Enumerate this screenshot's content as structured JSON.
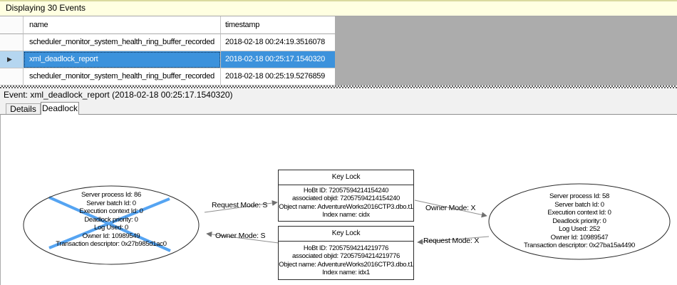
{
  "banner": {
    "text": "Displaying 30 Events"
  },
  "grid": {
    "columns": {
      "name": "name",
      "timestamp": "timestamp"
    },
    "rows": [
      {
        "name": "scheduler_monitor_system_health_ring_buffer_recorded",
        "timestamp": "2018-02-18 00:24:19.3516078",
        "selected": false
      },
      {
        "name": "xml_deadlock_report",
        "timestamp": "2018-02-18 00:25:17.1540320",
        "selected": true
      },
      {
        "name": "scheduler_monitor_system_health_ring_buffer_recorded",
        "timestamp": "2018-02-18 00:25:19.5276859",
        "selected": false
      }
    ],
    "selected_row_index": 1,
    "selection_marker": "▶"
  },
  "event_bar": {
    "text": "Event: xml_deadlock_report (2018-02-18 00:25:17.1540320)"
  },
  "tabs": {
    "details": "Details",
    "deadlock": "Deadlock",
    "active": "Deadlock"
  },
  "deadlock_graph": {
    "left_process": {
      "victim": true,
      "lines": [
        "Server process Id: 86",
        "Server batch Id: 0",
        "Execution context Id: 0",
        "Deadlock priority: 0",
        "Log Used: 0",
        "Owner Id: 10989549",
        "Transaction descriptor: 0x27b985d1ac0"
      ]
    },
    "right_process": {
      "victim": false,
      "lines": [
        "Server process Id: 58",
        "Server batch Id: 0",
        "Execution context Id: 0",
        "Deadlock priority: 0",
        "Log Used: 252",
        "Owner Id: 10989547",
        "Transaction descriptor: 0x27ba15a4490"
      ]
    },
    "top_resource": {
      "title": "Key Lock",
      "lines": [
        "HoBt ID: 72057594214154240",
        "associated objid: 72057594214154240",
        "Object name: AdventureWorks2016CTP3.dbo.t1",
        "Index name: cidx"
      ]
    },
    "bottom_resource": {
      "title": "Key Lock",
      "lines": [
        "HoBt ID: 72057594214219776",
        "associated objid: 72057594214219776",
        "Object name: AdventureWorks2016CTP3.dbo.t1",
        "Index name: idx1"
      ]
    },
    "edges": [
      {
        "label": "Request Mode: S",
        "from": "process-86",
        "to": "key-lock-cidx"
      },
      {
        "label": "Owner Mode: X",
        "from": "key-lock-cidx",
        "to": "process-58"
      },
      {
        "label": "Owner Mode: S",
        "from": "key-lock-idx1",
        "to": "process-86"
      },
      {
        "label": "Request Mode: X",
        "from": "process-58",
        "to": "key-lock-idx1"
      }
    ],
    "victim_cross_color": "#55A4F2"
  },
  "colors": {
    "banner_bg": "#FFFFE1",
    "selection_bg": "#3C92DC",
    "grid_empty_bg": "#ACACAC",
    "edge_line": "#8F8F8F"
  }
}
